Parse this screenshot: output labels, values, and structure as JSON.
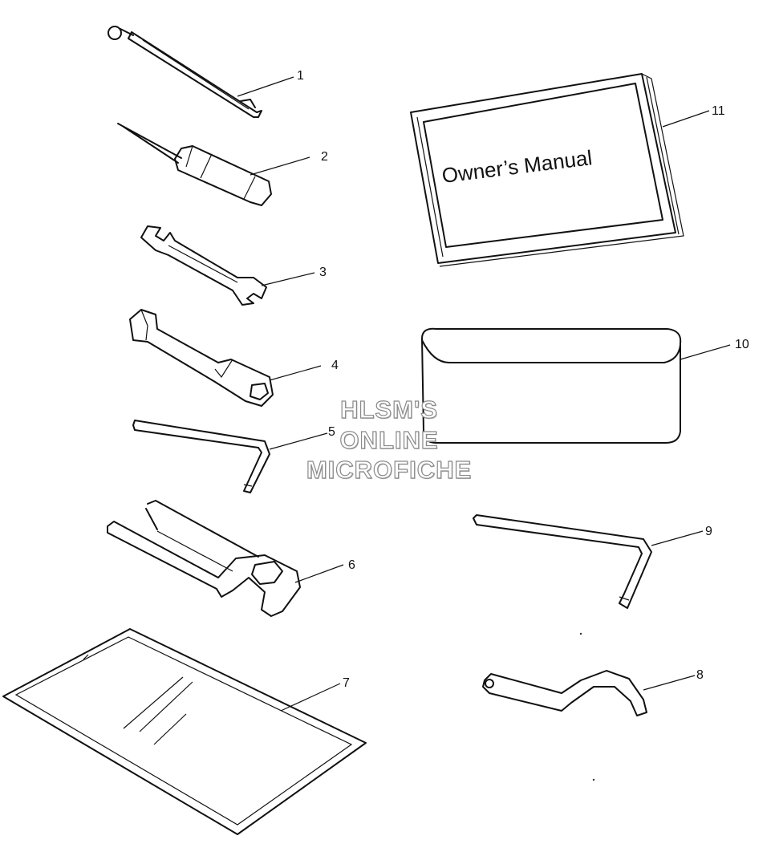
{
  "callouts": [
    "1",
    "2",
    "3",
    "4",
    "5",
    "6",
    "7",
    "8",
    "9",
    "10",
    "11"
  ],
  "manual_title": "Owner’s Manual",
  "watermark": [
    "HLSM'S",
    "ONLINE",
    "MICROFICHE"
  ]
}
